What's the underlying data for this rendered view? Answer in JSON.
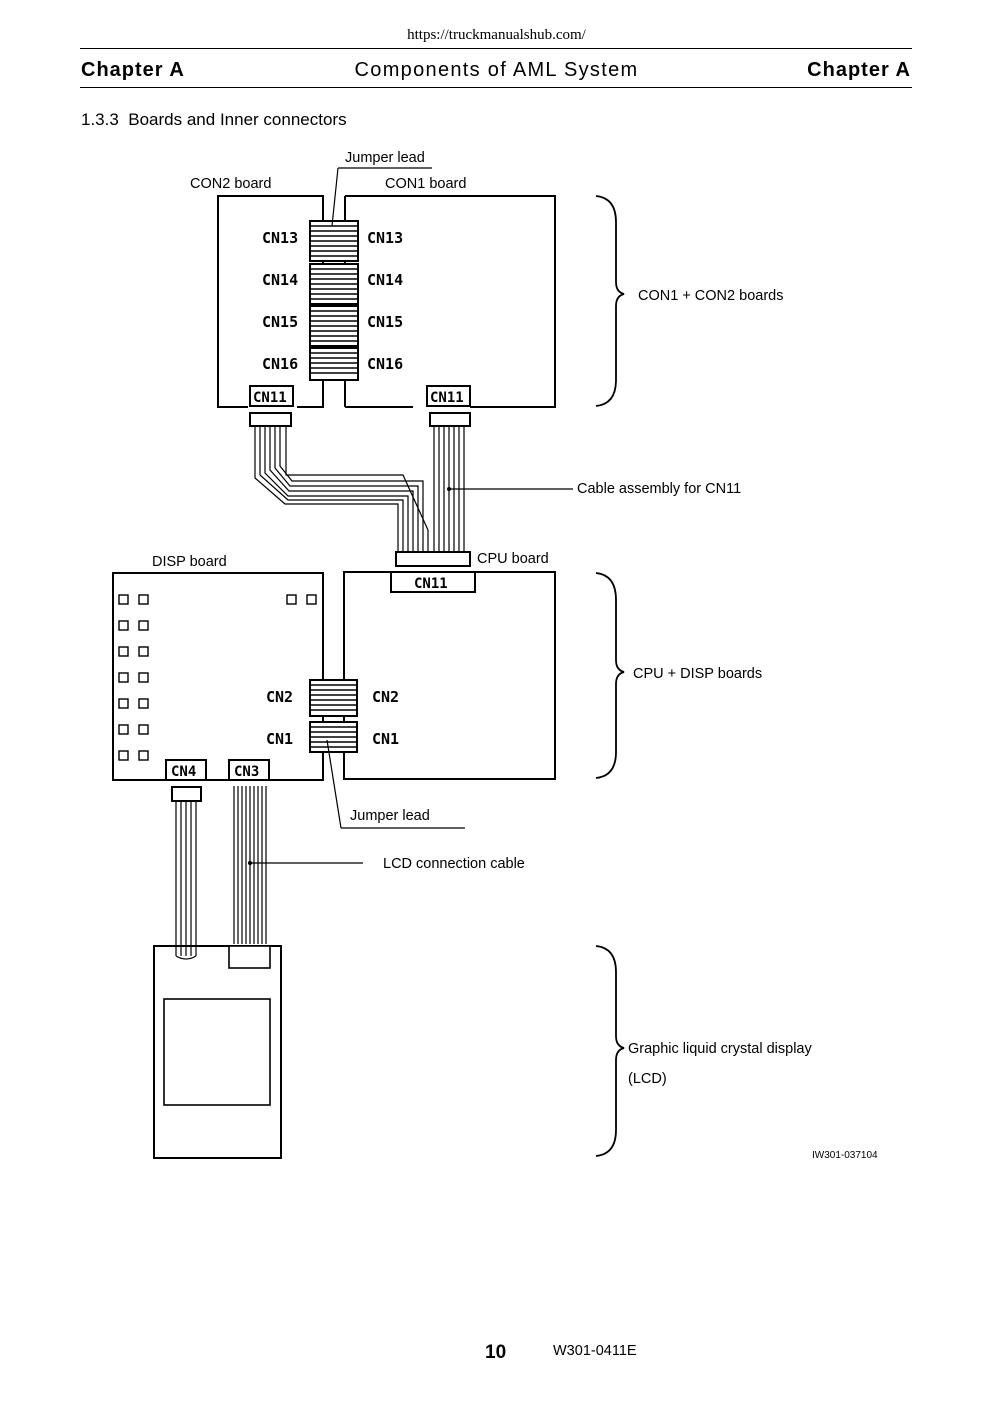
{
  "header": {
    "url": "https://truckmanualshub.com/",
    "left": "Chapter A",
    "center": "Components of AML System",
    "right": "Chapter A"
  },
  "section": {
    "number": "1.3.3",
    "title": "Boards and Inner connectors"
  },
  "diagram": {
    "label_jumper_top": "Jumper lead",
    "label_con2_board": "CON2 board",
    "label_con1_board": "CON1 board",
    "label_con_group": "CON1 + CON2 boards",
    "label_cable_cn11": "Cable assembly for CN11",
    "label_disp_board": "DISP board",
    "label_cpu_board": "CPU board",
    "label_cpu_group": "CPU + DISP boards",
    "label_jumper_bottom": "Jumper lead",
    "label_lcd_cable": "LCD connection cable",
    "label_lcd_line1": "Graphic liquid crystal display",
    "label_lcd_line2": "(LCD)",
    "figure_code": "IW301-037104",
    "con_connectors": [
      "CN13",
      "CN14",
      "CN15",
      "CN16"
    ],
    "cn11": "CN11",
    "cn2": "CN2",
    "cn1": "CN1",
    "cn4": "CN4",
    "cn3": "CN3"
  },
  "footer": {
    "page_number": "10",
    "doc_id": "W301-0411E"
  }
}
